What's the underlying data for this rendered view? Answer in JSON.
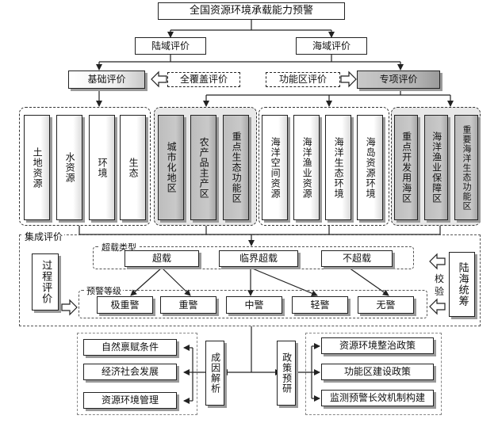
{
  "title": "全国资源环境承载能力预警",
  "level2": {
    "land": "陆域评价",
    "sea": "海域评价"
  },
  "level3": {
    "basic": "基础评价",
    "full_cover": "全覆盖评价",
    "function_zone": "功能区评价",
    "special": "专项评价"
  },
  "indicators": [
    "土地资源",
    "水资源",
    "环境",
    "生态",
    "城市化地区",
    "农产品主产区",
    "重点生态功能区",
    "海洋空间资源",
    "海洋渔业资源",
    "海洋生态环境",
    "海岛资源环境",
    "重点开发用海区",
    "海洋渔业保障区",
    "重要海洋生态功能区"
  ],
  "integrated": {
    "label": "集成评价",
    "overload_type_label": "超载类型",
    "overload_types": [
      "超载",
      "临界超载",
      "不超载"
    ],
    "warning_level_label": "预警等级",
    "warning_levels": [
      "极重警",
      "重警",
      "中警",
      "轻警",
      "无警"
    ],
    "process_eval": "过程评价",
    "verify": "校验",
    "land_sea": "陆海统筹"
  },
  "causes": {
    "label": "成因解析",
    "items": [
      "自然禀赋条件",
      "经济社会发展",
      "资源环境管理"
    ]
  },
  "policy": {
    "label": "政策预研",
    "items": [
      "资源环境整治政策",
      "功能区建设政策",
      "监测预警长效机制构建"
    ]
  }
}
